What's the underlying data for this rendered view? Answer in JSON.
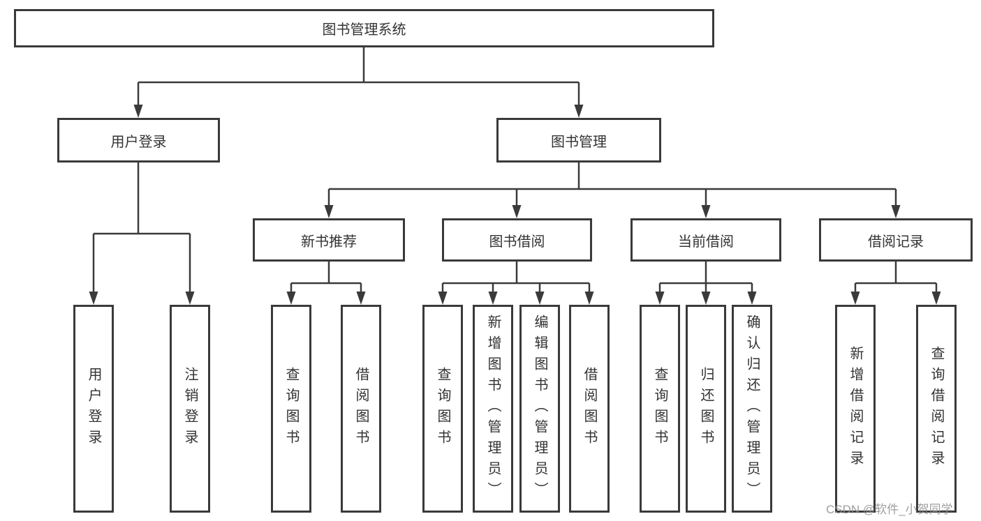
{
  "tree": {
    "root": {
      "label": "图书管理系统",
      "children": [
        {
          "label": "用户登录",
          "children": [
            {
              "label": "用户登录"
            },
            {
              "label": "注销登录"
            }
          ]
        },
        {
          "label": "图书管理",
          "children": [
            {
              "label": "新书推荐",
              "children": [
                {
                  "label": "查询图书"
                },
                {
                  "label": "借阅图书"
                }
              ]
            },
            {
              "label": "图书借阅",
              "children": [
                {
                  "label": "查询图书"
                },
                {
                  "label": "新增图书（管理员）"
                },
                {
                  "label": "编辑图书（管理员）"
                },
                {
                  "label": "借阅图书"
                }
              ]
            },
            {
              "label": "当前借阅",
              "children": [
                {
                  "label": "查询图书"
                },
                {
                  "label": "归还图书"
                },
                {
                  "label": "确认归还（管理员）"
                }
              ]
            },
            {
              "label": "借阅记录",
              "children": [
                {
                  "label": "新增借阅记录"
                },
                {
                  "label": "查询借阅记录"
                }
              ]
            }
          ]
        }
      ]
    }
  },
  "watermark": {
    "text": "CSDN @软件_小贺同学"
  },
  "colors": {
    "line": "#3a3a3a",
    "text": "#333333",
    "background": "#ffffff",
    "watermark": "#949494"
  }
}
